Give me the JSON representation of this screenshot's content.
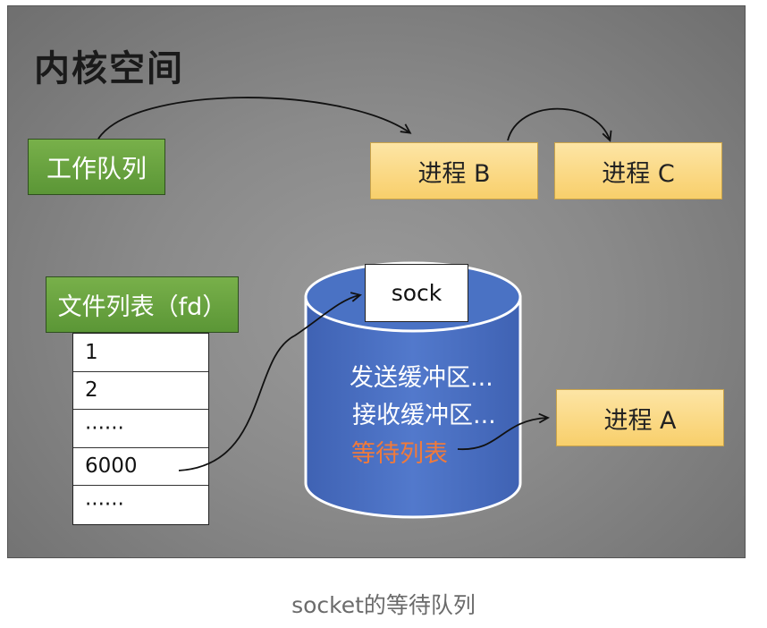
{
  "diagram": {
    "kernel_space_label": "内核空间",
    "work_queue_label": "工作队列",
    "process_b_label": "进程 B",
    "process_c_label": "进程 C",
    "process_a_label": "进程 A",
    "file_list_label": "文件列表（fd）",
    "fd_rows": [
      "1",
      "2",
      "······",
      "6000",
      "······"
    ],
    "sock_label": "sock",
    "send_buffer_label": "发送缓冲区...",
    "recv_buffer_label": "接收缓冲区...",
    "wait_list_label": "等待列表",
    "caption": "socket的等待队列"
  },
  "colors": {
    "panel_gray": "#8a8a8a",
    "green_box": "#5b9636",
    "yellow_box": "#f8cf6b",
    "cylinder_blue": "#4a72c4",
    "wait_list_orange": "#f07a3b"
  }
}
